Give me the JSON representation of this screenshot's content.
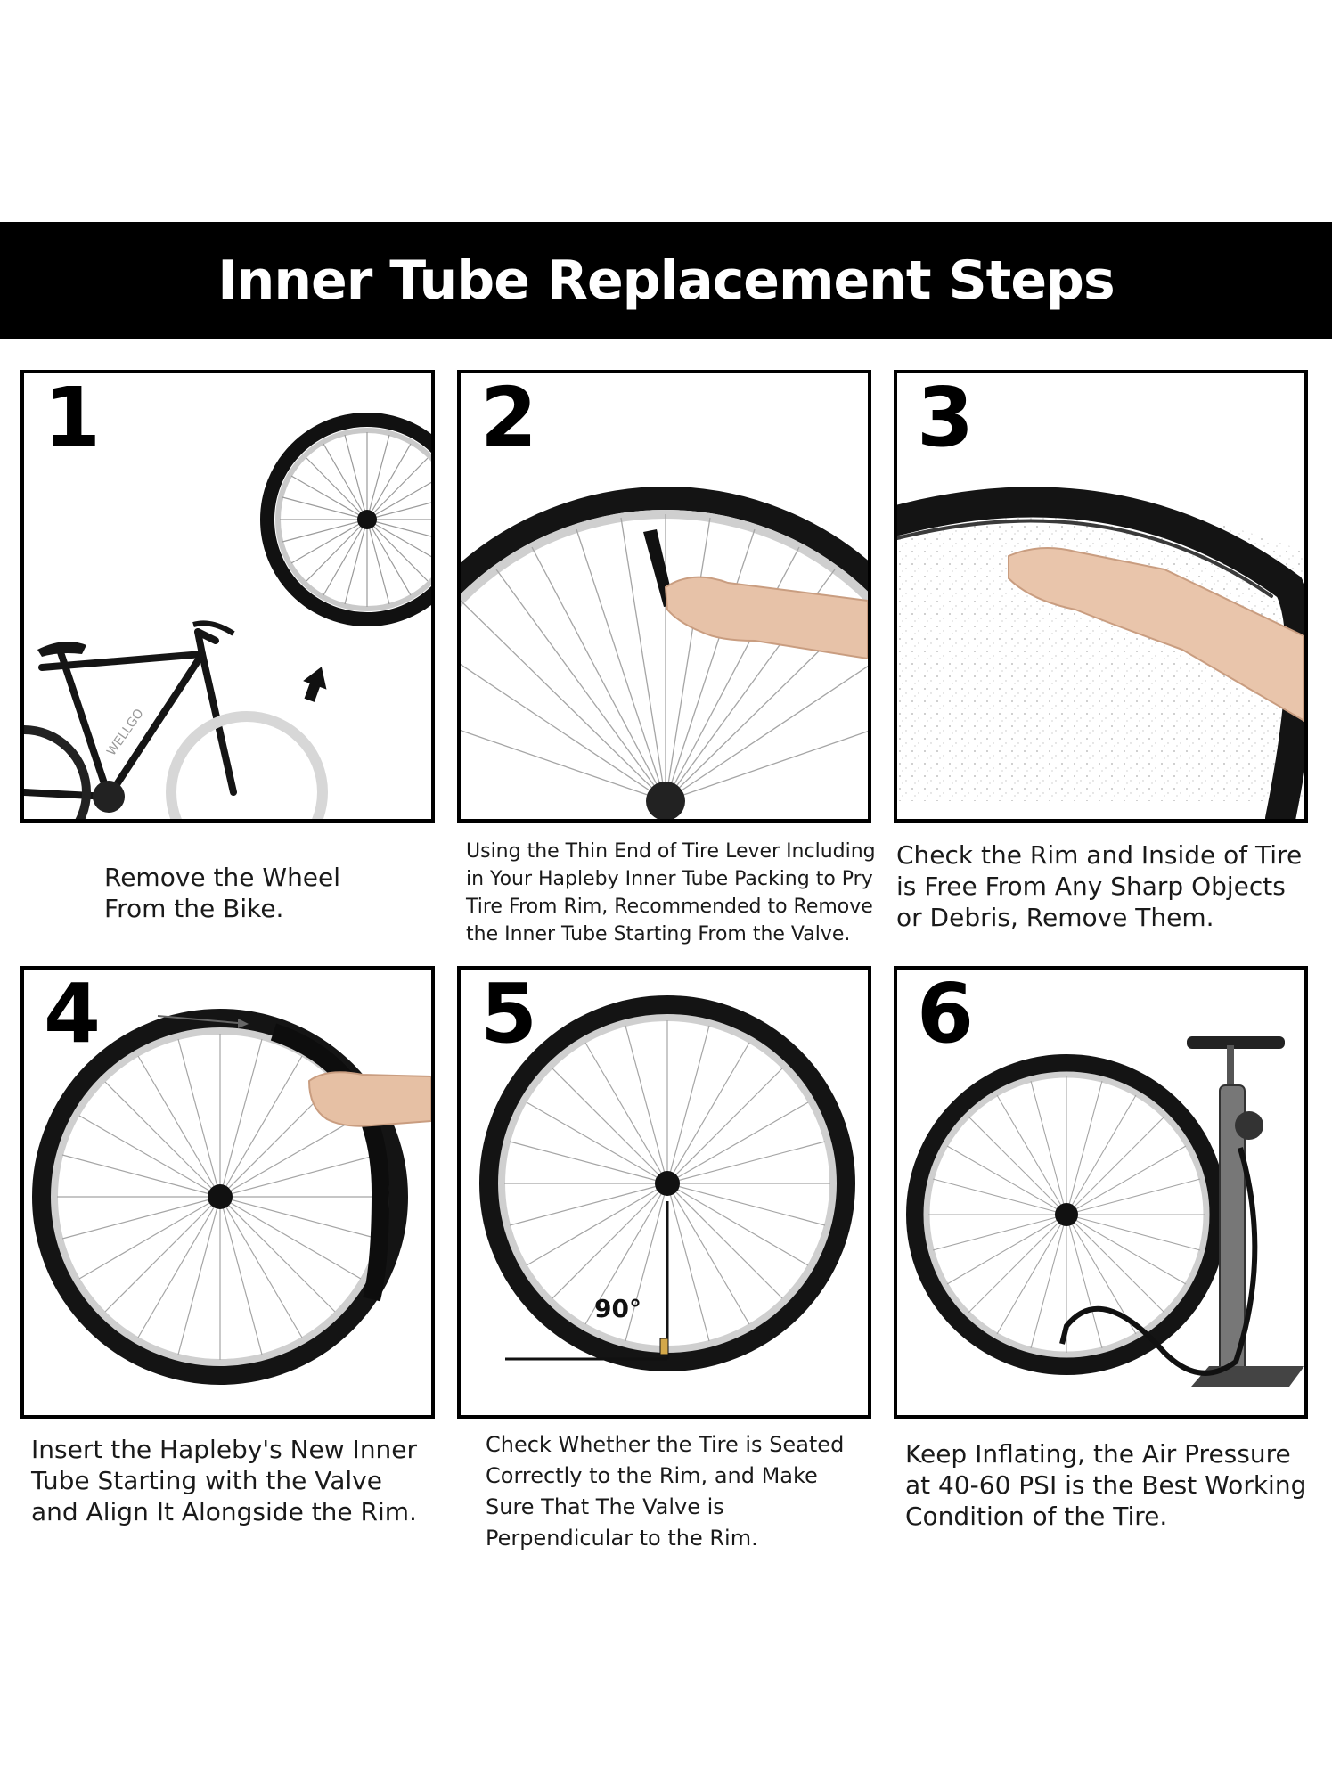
{
  "title": "Inner Tube Replacement Steps",
  "steps": [
    {
      "number": "1",
      "caption": [
        "Remove the Wheel",
        "From the Bike."
      ]
    },
    {
      "number": "2",
      "caption": [
        "Using the Thin End of Tire Lever Including",
        "in Your Hapleby Inner Tube Packing to Pry",
        "Tire From Rim, Recommended to Remove",
        "the Inner Tube Starting From the Valve."
      ]
    },
    {
      "number": "3",
      "caption": [
        "Check the Rim and Inside of Tire",
        "is Free From Any Sharp Objects",
        "or Debris, Remove Them."
      ]
    },
    {
      "number": "4",
      "caption": [
        "Insert the Hapleby's New Inner",
        "Tube Starting with the Valve",
        "and Align It Alongside the Rim."
      ]
    },
    {
      "number": "5",
      "caption": [
        "Check Whether the Tire is Seated",
        "Correctly to the Rim, and Make",
        "Sure That The Valve is",
        "Perpendicular to the Rim."
      ],
      "angle_label": "90°"
    },
    {
      "number": "6",
      "caption": [
        "Keep Inflating, the Air Pressure",
        "at 40-60 PSI is the Best Working",
        "Condition of the Tire."
      ]
    }
  ],
  "bike_brand": "WELLGO"
}
